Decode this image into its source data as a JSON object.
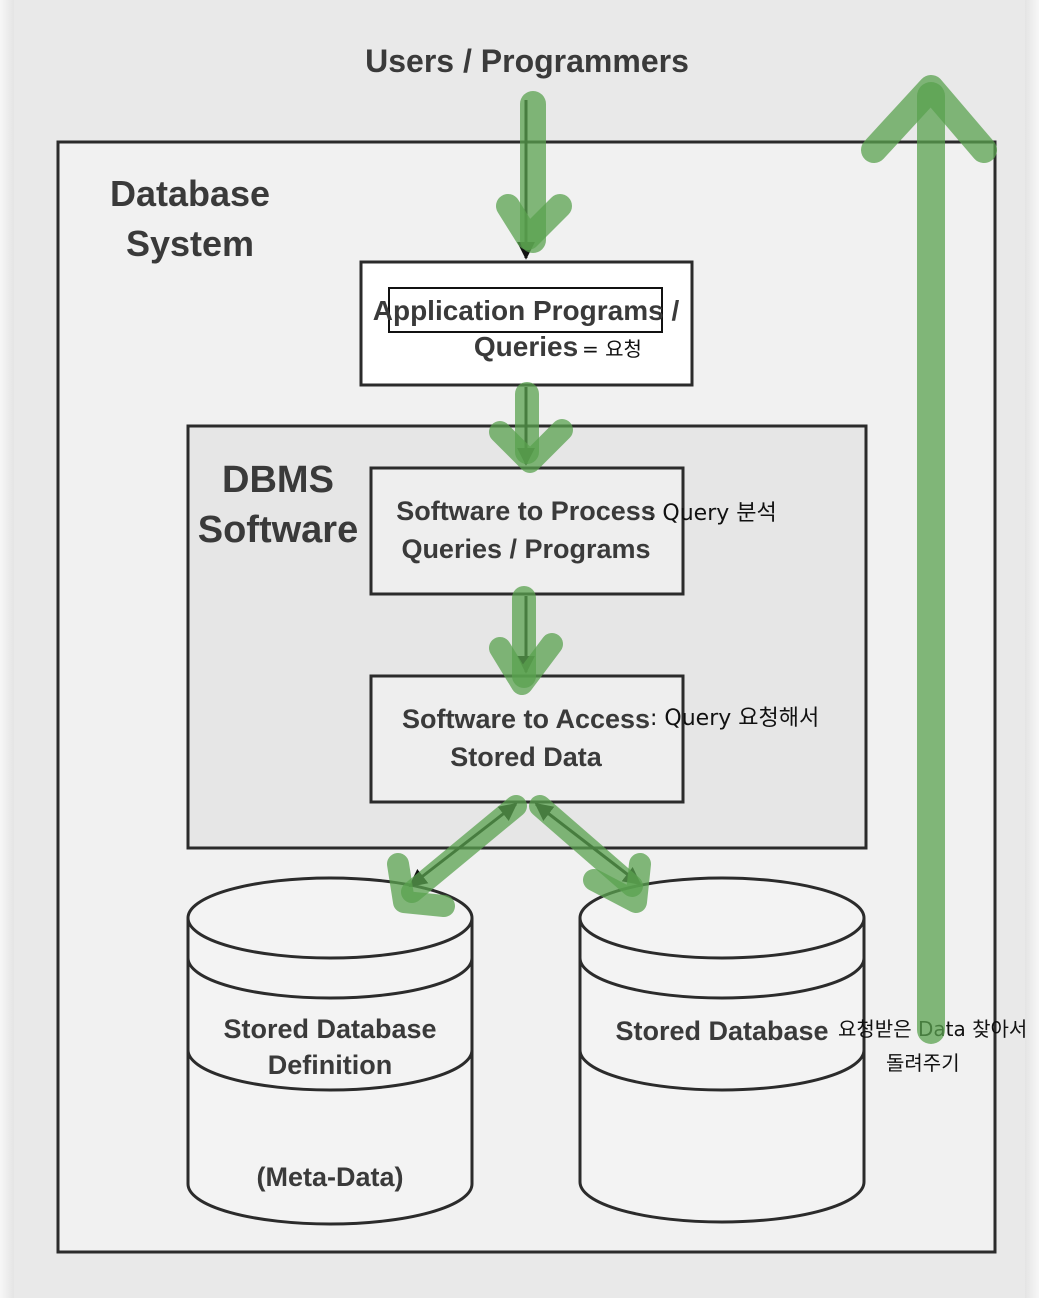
{
  "title": "Users / Programmers",
  "system": {
    "line1": "Database",
    "line2": "System"
  },
  "app": {
    "line1": "Application Programs /",
    "line2": "Queries"
  },
  "dbms": {
    "line1": "DBMS",
    "line2": "Software",
    "process": {
      "line1": "Software to Process",
      "line2": "Queries / Programs"
    },
    "access": {
      "line1": "Software to Access",
      "line2": "Stored Data"
    }
  },
  "definition_db": {
    "line1": "Stored Database",
    "line2": "Definition",
    "line3": "(Meta-Data)"
  },
  "stored_db": {
    "line1": "Stored Database"
  },
  "annotations": {
    "app_note": "= 요청",
    "process_note": ": Query 분석",
    "access_note": ": Query 요청해서",
    "return_line1": "요청받은 Data 찾아서",
    "return_line2": "돌려주기"
  },
  "colors": {
    "highlight": "#5aa14f",
    "box_border": "#2b2b2b",
    "dbms_fill": "#e6e6e6",
    "system_fill": "#f1f1f1"
  }
}
